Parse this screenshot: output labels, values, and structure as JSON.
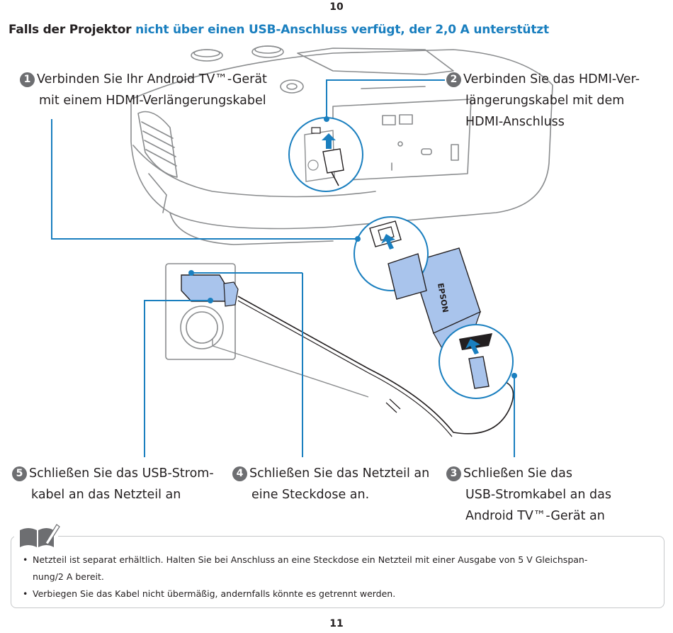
{
  "page_top": "10",
  "page_bottom": "11",
  "heading": {
    "bold_part": "Falls der Projektor",
    "highlight_part": "nicht über einen USB-Anschluss verfügt, der 2,0 A unterstützt",
    "highlight_color": "#1a7fbf"
  },
  "steps": [
    {
      "number": "1",
      "lines": [
        "Verbinden Sie Ihr Android TV™-Gerät",
        "mit einem HDMI-Verlängerungskabel"
      ]
    },
    {
      "number": "2",
      "lines": [
        "Verbinden Sie das HDMI-Ver-",
        "längerungskabel mit dem",
        "HDMI-Anschluss"
      ]
    },
    {
      "number": "3",
      "lines": [
        "Schließen Sie das",
        "USB-Stromkabel an das",
        "Android TV™-Gerät an"
      ]
    },
    {
      "number": "4",
      "lines": [
        "Schließen Sie das Netzteil an",
        "eine Steckdose an."
      ]
    },
    {
      "number": "5",
      "lines": [
        "Schließen Sie das USB-Strom-",
        "kabel an das Netzteil an"
      ]
    }
  ],
  "notes": [
    "Netzteil ist separat erhältlich. Halten Sie bei Anschluss an eine Steckdose ein Netzteil mit einer Ausgabe von 5 V Gleichspan-nung/2 A bereit.",
    "Verbiegen Sie das Kabel nicht übermäßig, andernfalls könnte es getrennt werden."
  ],
  "note_lines": [
    [
      "Netzteil ist separat erhältlich. Halten Sie bei Anschluss an eine Steckdose ein Netzteil mit einer Ausgabe von 5 V Gleichspan-",
      "nung/2 A bereit."
    ],
    [
      "Verbiegen Sie das Kabel nicht übermäßig, andernfalls könnte es getrennt werden."
    ]
  ],
  "bullet_char": "•",
  "device_label": "EPSON",
  "colors": {
    "accent": "#1a7fbf",
    "device_blue": "#a9c4ec",
    "step_circle": "#6d6e71",
    "note_border": "#c6c8ca"
  },
  "icons": [
    "note-book-icon"
  ]
}
